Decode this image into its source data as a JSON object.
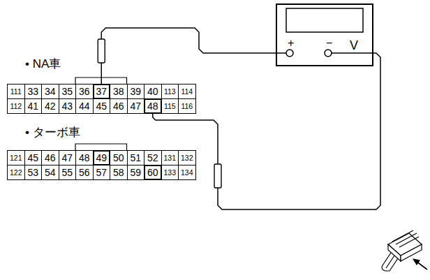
{
  "diagram": {
    "nodes": [
      {
        "text": [
          "V",
          "+",
          "−"
        ]
      }
    ],
    "labels": [
      "• NA車",
      "111",
      "33",
      "34",
      "35",
      "36",
      "37",
      "38",
      "39",
      "40",
      "113",
      "114",
      "112",
      "41",
      "42",
      "43",
      "44",
      "45",
      "46",
      "47",
      "48",
      "115",
      "116",
      "• ターボ車",
      "121",
      "45",
      "46",
      "47",
      "48",
      "49",
      "50",
      "51",
      "52",
      "131",
      "132",
      "122",
      "53",
      "54",
      "55",
      "56",
      "57",
      "58",
      "59",
      "60",
      "133",
      "134"
    ]
  }
}
